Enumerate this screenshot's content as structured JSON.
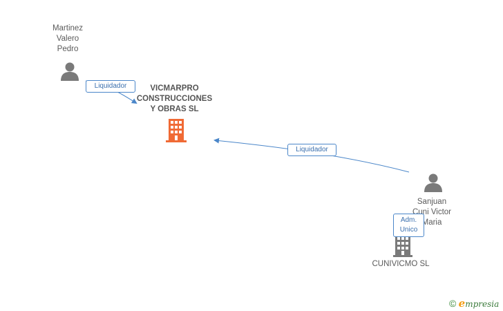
{
  "nodes": {
    "person_1": {
      "name": "Martinez\nValero\nPedro"
    },
    "company_main": {
      "name": "VICMARPRO\nCONSTRUCCIONES\nY OBRAS SL"
    },
    "person_2": {
      "name": "Sanjuan\nCuni Victor\nMaria"
    },
    "company_2": {
      "name": "CUNIVICMO SL"
    }
  },
  "edges": {
    "edge_1": {
      "label": "Liquidador"
    },
    "edge_2": {
      "label": "Liquidador"
    },
    "edge_3": {
      "label": "Adm.\nUnico"
    }
  },
  "footer": {
    "copyright": "©",
    "brand_initial": "e",
    "brand_rest": "mpresia"
  },
  "colors": {
    "edge": "#4a86c9",
    "company_main": "#f06a35",
    "company_other": "#7a7a7a",
    "person": "#7a7a7a"
  }
}
